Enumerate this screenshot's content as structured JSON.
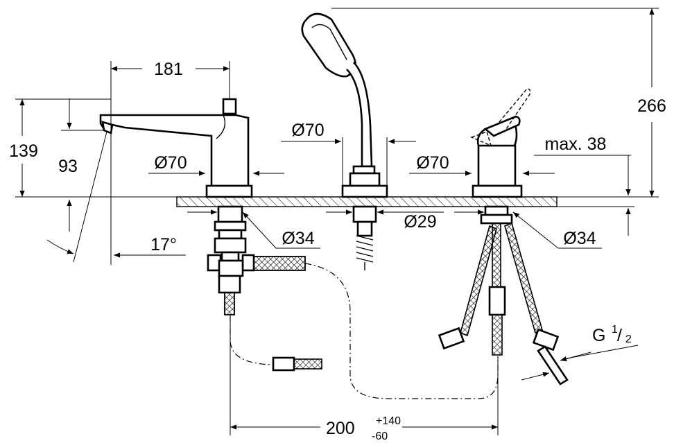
{
  "dimensions": {
    "spout_projection": "181",
    "height_spout_total": "139",
    "height_spout_outlet": "93",
    "spout_angle": "17°",
    "spout_base_dia": "Ø70",
    "spout_hole_dia": "Ø34",
    "shower_base_dia": "Ø70",
    "shower_hole_dia": "Ø29",
    "mixer_base_dia": "Ø70",
    "mixer_hole_dia": "Ø34",
    "deck_thickness": "max. 38",
    "total_height": "266",
    "thread": "G",
    "thread_num": "1",
    "thread_den": "2",
    "spacing_base": "200",
    "spacing_plus": "+140",
    "spacing_minus": "-60"
  }
}
